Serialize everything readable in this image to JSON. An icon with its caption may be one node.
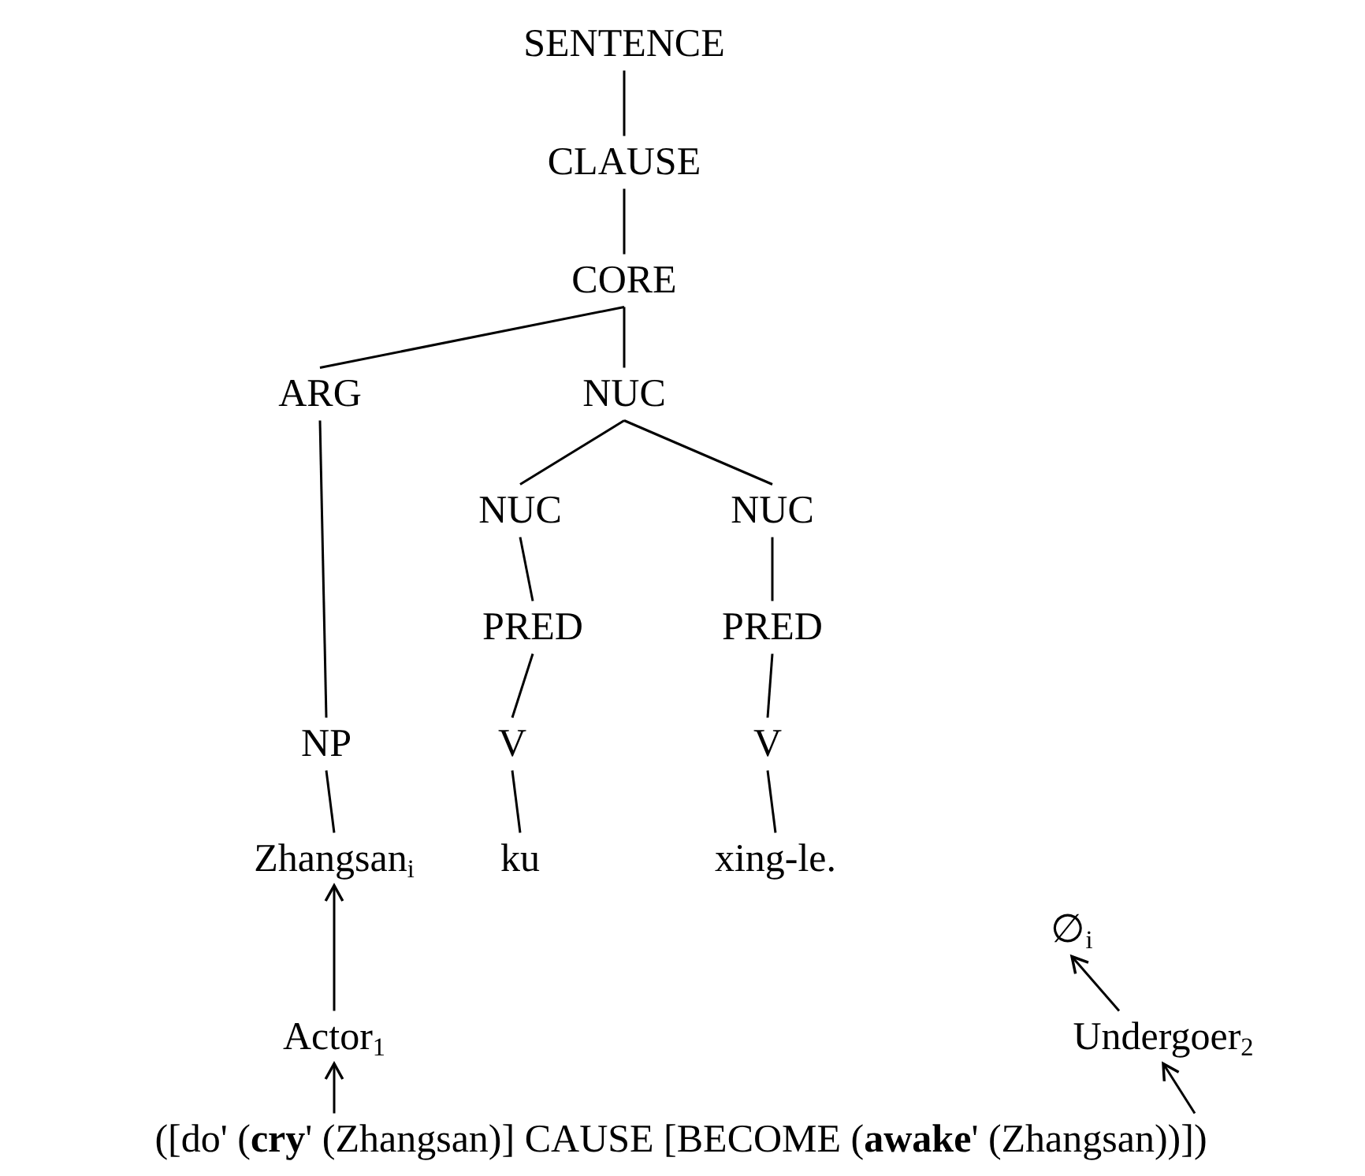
{
  "diagram": {
    "nodes": [
      {
        "text": [
          "SENTENCE"
        ]
      },
      {
        "text": [
          "CLAUSE"
        ]
      },
      {
        "text": [
          "CORE"
        ]
      },
      {
        "text": [
          "ARG"
        ]
      },
      {
        "text": [
          "NUC"
        ]
      },
      {
        "text": [
          "NUC"
        ]
      },
      {
        "text": [
          "NUC"
        ]
      },
      {
        "text": [
          "PRED"
        ]
      },
      {
        "text": [
          "PRED"
        ]
      },
      {
        "text": [
          "NP"
        ]
      },
      {
        "text": [
          "V"
        ]
      },
      {
        "text": [
          "V"
        ]
      },
      {
        "text": [
          "Zhangsan$_{i}$"
        ]
      },
      {
        "text": [
          "ku"
        ]
      },
      {
        "text": [
          "xing-le."
        ]
      },
      {
        "text": [
          "∅$_{i}$"
        ]
      },
      {
        "text": [
          "Actor$_{1}$"
        ]
      },
      {
        "text": [
          "Undergoer$_{2}$"
        ]
      },
      {
        "text": [
          "([do' (**cry**' (Zhangsan)] CAUSE [BECOME (**awake**' (Zhangsan))])"
        ]
      }
    ],
    "edges": [
      {
        "from": 0,
        "to": 1,
        "arrow": "none"
      },
      {
        "from": 1,
        "to": 2,
        "arrow": "none"
      },
      {
        "from": 2,
        "to": 3,
        "arrow": "none"
      },
      {
        "from": 2,
        "to": 4,
        "arrow": "none"
      },
      {
        "from": 4,
        "to": 5,
        "arrow": "none"
      },
      {
        "from": 4,
        "to": 6,
        "arrow": "none"
      },
      {
        "from": 5,
        "to": 7,
        "arrow": "none"
      },
      {
        "from": 6,
        "to": 8,
        "arrow": "none"
      },
      {
        "from": 3,
        "to": 9,
        "arrow": "none"
      },
      {
        "from": 7,
        "to": 10,
        "arrow": "none"
      },
      {
        "from": 8,
        "to": 11,
        "arrow": "none"
      },
      {
        "from": 9,
        "to": 12,
        "arrow": "none"
      },
      {
        "from": 10,
        "to": 13,
        "arrow": "none"
      },
      {
        "from": 11,
        "to": 14,
        "arrow": "none"
      },
      {
        "from": 16,
        "to": 12,
        "arrow": "to"
      },
      {
        "from": 18,
        "to": 16,
        "arrow": "to"
      },
      {
        "from": 17,
        "to": 15,
        "arrow": "to"
      },
      {
        "from": 18,
        "to": 17,
        "arrow": "to"
      }
    ]
  }
}
